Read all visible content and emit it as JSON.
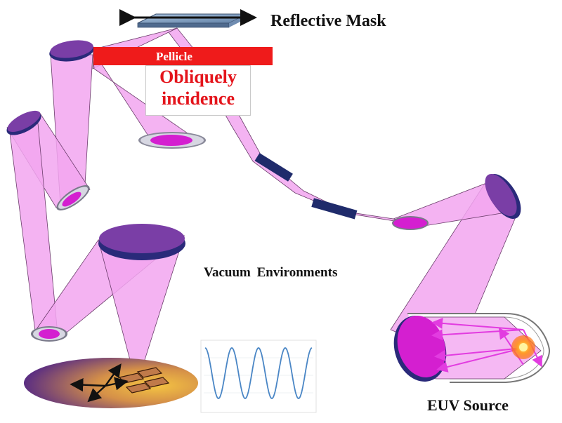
{
  "labels": {
    "reflective_mask": "Reflective Mask",
    "pellicle": "Pellicle",
    "oblique_line1": "Obliquely",
    "oblique_line2": "incidence",
    "vacuum": "Vacuum  Environments",
    "euv_source": "EUV Source"
  },
  "colors": {
    "beam": "#f2a6f0",
    "mirror_face": "#d41fd0",
    "mirror_rim": "#2a2a7a",
    "pellicle": "#ef1b1b",
    "oblique_text": "#e4141b",
    "mask": "#8aa8c9",
    "wave": "#4a86c5"
  }
}
